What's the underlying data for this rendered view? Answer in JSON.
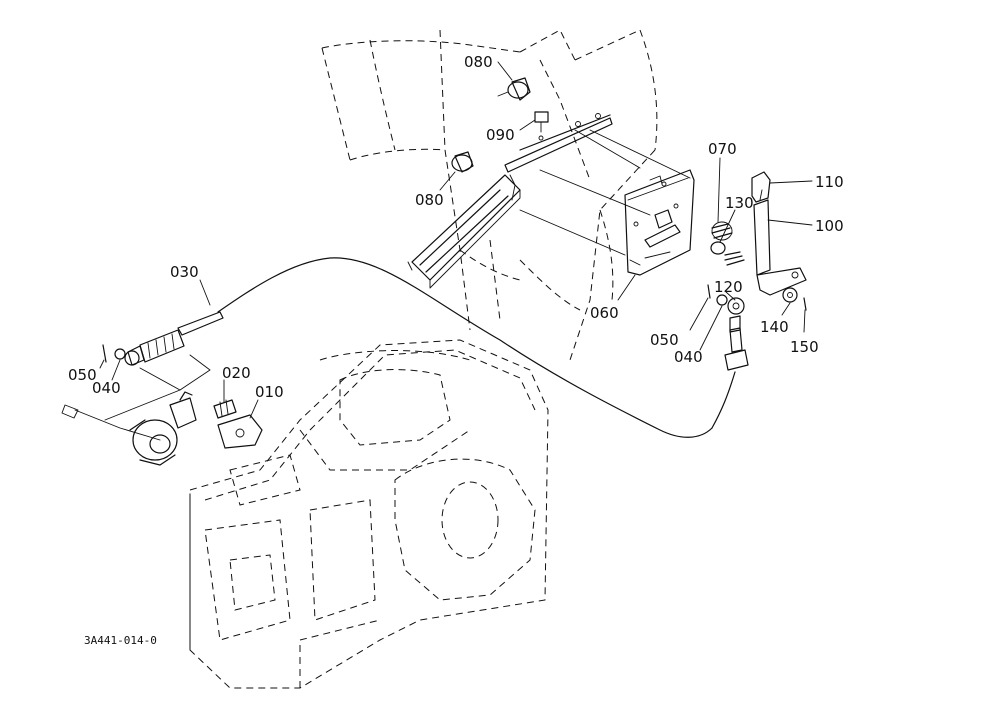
{
  "diagram": {
    "reference_code": "3A441-014-0",
    "part_labels": {
      "p080_top": "080",
      "p090": "090",
      "p080_mid": "080",
      "p070": "070",
      "p110": "110",
      "p130": "130",
      "p100": "100",
      "p030": "030",
      "p060": "060",
      "p120": "120",
      "p050_right": "050",
      "p040_right": "040",
      "p140": "140",
      "p150": "150",
      "p050_left": "050",
      "p040_left": "040",
      "p020": "020",
      "p010": "010"
    }
  }
}
